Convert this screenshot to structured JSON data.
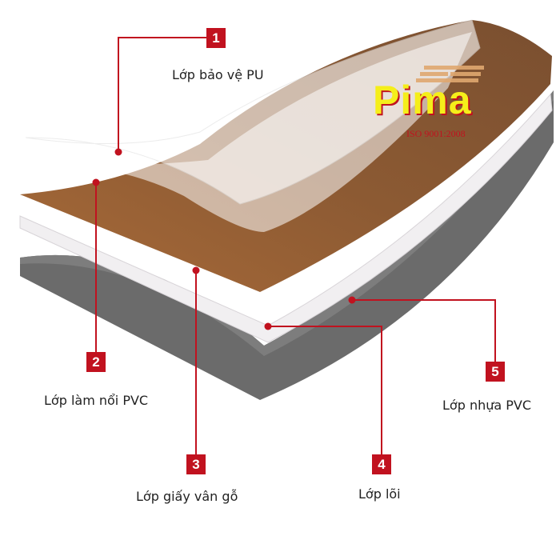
{
  "logo": {
    "brand": "Pima",
    "certification": "ISO 9001:2008"
  },
  "colors": {
    "accent": "#c1121f",
    "wood": "#9a6436",
    "core": "#f1eff1",
    "base": "#6b6b6b"
  },
  "layers": [
    {
      "number": "1",
      "label": "Lớp bảo vệ PU"
    },
    {
      "number": "2",
      "label": "Lớp làm nổi PVC"
    },
    {
      "number": "3",
      "label": "Lớp giấy vân gỗ"
    },
    {
      "number": "4",
      "label": "Lớp lõi"
    },
    {
      "number": "5",
      "label": "Lớp nhựa PVC"
    }
  ]
}
